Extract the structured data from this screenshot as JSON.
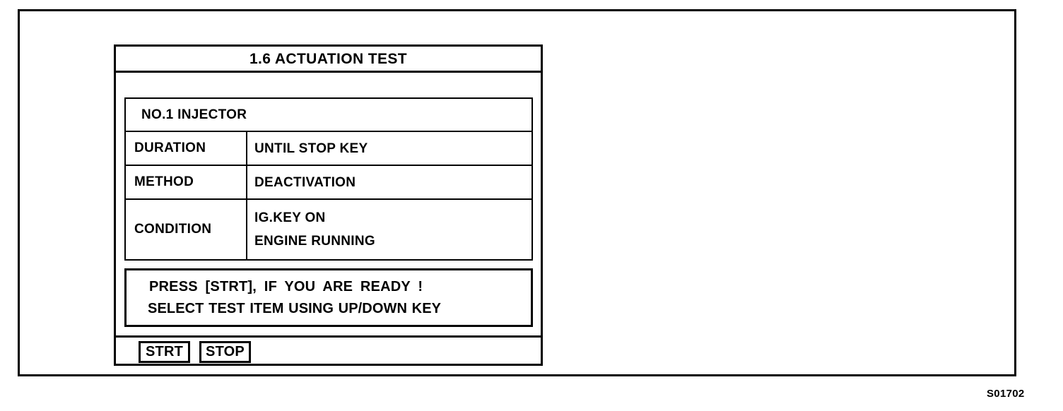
{
  "figure": {
    "caption": "S01702"
  },
  "device": {
    "title": "1.6 ACTUATION TEST",
    "table": {
      "header": "NO.1  INJECTOR",
      "rows": [
        {
          "label": "DURATION",
          "values": [
            "UNTIL  STOP  KEY"
          ]
        },
        {
          "label": "METHOD",
          "values": [
            "DEACTIVATION"
          ]
        },
        {
          "label": "CONDITION",
          "values": [
            "IG.KEY  ON",
            "ENGINE  RUNNING"
          ]
        }
      ]
    },
    "message": {
      "line1": "PRESS [STRT],   IF YOU ARE READY !",
      "line2": "SELECT TEST ITEM USING UP/DOWN KEY"
    },
    "softkeys": [
      {
        "label": "STRT"
      },
      {
        "label": "STOP"
      }
    ]
  }
}
